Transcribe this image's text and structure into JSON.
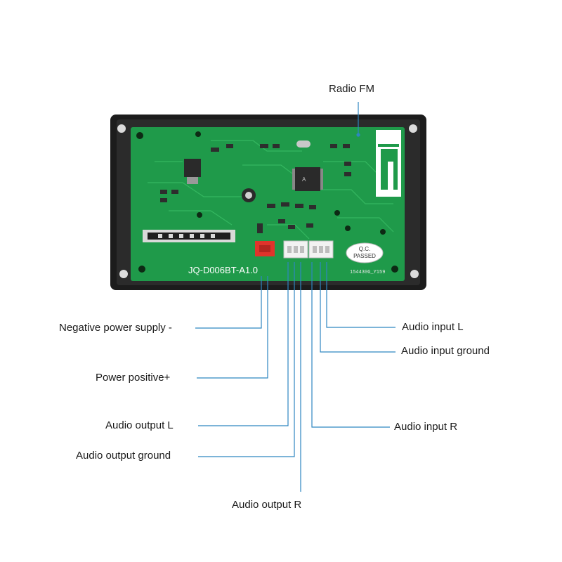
{
  "board": {
    "model_text": "JQ-D006BT-A1.0",
    "qc_line1": "Q.C.",
    "qc_line2": "PASSED",
    "small_print": "154430G_Y159"
  },
  "labels": {
    "radio_fm": "Radio FM",
    "negative_power": "Negative power supply -",
    "power_positive": "Power positive+",
    "audio_output_l": "Audio output L",
    "audio_output_ground": "Audio output ground",
    "audio_output_r": "Audio output R",
    "audio_input_l": "Audio input L",
    "audio_input_ground": "Audio input ground",
    "audio_input_r": "Audio input R"
  },
  "colors": {
    "leader_line": "#2e86c1",
    "frame": "#1c1c1c",
    "pcb": "#1f9a4a",
    "connector_red": "#e0342b",
    "connector_white": "#f2f2f2"
  }
}
